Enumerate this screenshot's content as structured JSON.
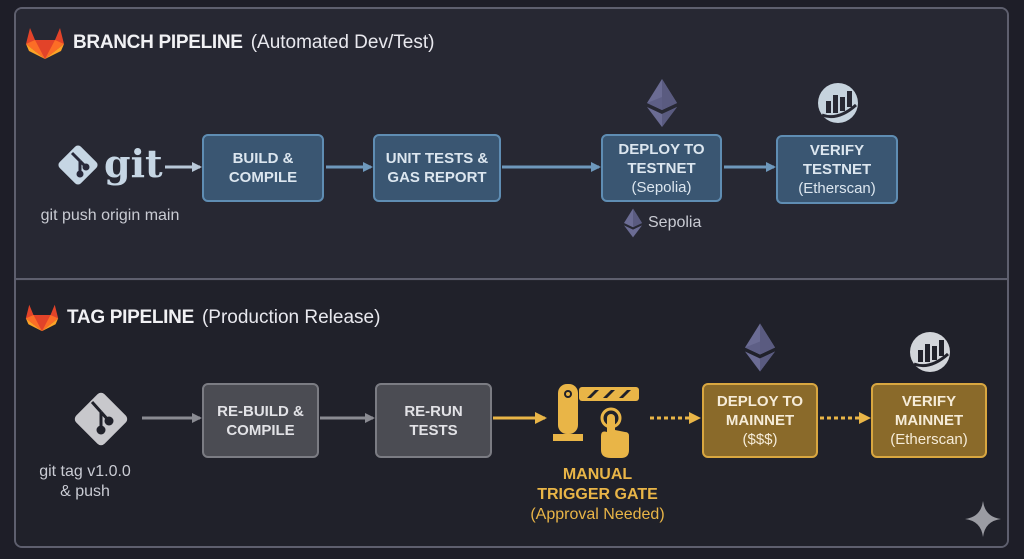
{
  "branch_pipeline": {
    "title_bold": "BRANCH PIPELINE",
    "title_light": "(Automated Dev/Test)",
    "source": {
      "icon": "git-logo-icon",
      "wordmark": "git",
      "caption": "git push origin main"
    },
    "stages": [
      {
        "line1": "BUILD &",
        "line2": "COMPILE",
        "sub": ""
      },
      {
        "line1": "UNIT TESTS &",
        "line2": "GAS REPORT",
        "sub": ""
      },
      {
        "line1": "DEPLOY TO",
        "line2": "TESTNET",
        "sub": "(Sepolia)"
      },
      {
        "line1": "VERIFY",
        "line2": "TESTNET",
        "sub": "(Etherscan)"
      }
    ],
    "network_label": "Sepolia",
    "accent": "#5f8db3"
  },
  "tag_pipeline": {
    "title_bold": "TAG PIPELINE",
    "title_light": "(Production Release)",
    "source": {
      "icon": "git-tag-icon",
      "caption_line1": "git tag v1.0.0",
      "caption_line2": "& push"
    },
    "stages": [
      {
        "line1": "RE-BUILD &",
        "line2": "COMPILE",
        "sub": ""
      },
      {
        "line1": "RE-RUN",
        "line2": "TESTS",
        "sub": ""
      },
      {
        "line1": "DEPLOY TO",
        "line2": "MAINNET",
        "sub": "($$$)"
      },
      {
        "line1": "VERIFY",
        "line2": "MAINNET",
        "sub": "(Etherscan)"
      }
    ],
    "gate": {
      "line1": "MANUAL",
      "line2": "TRIGGER GATE",
      "line3": "(Approval Needed)"
    },
    "accent": "#e9b547"
  }
}
